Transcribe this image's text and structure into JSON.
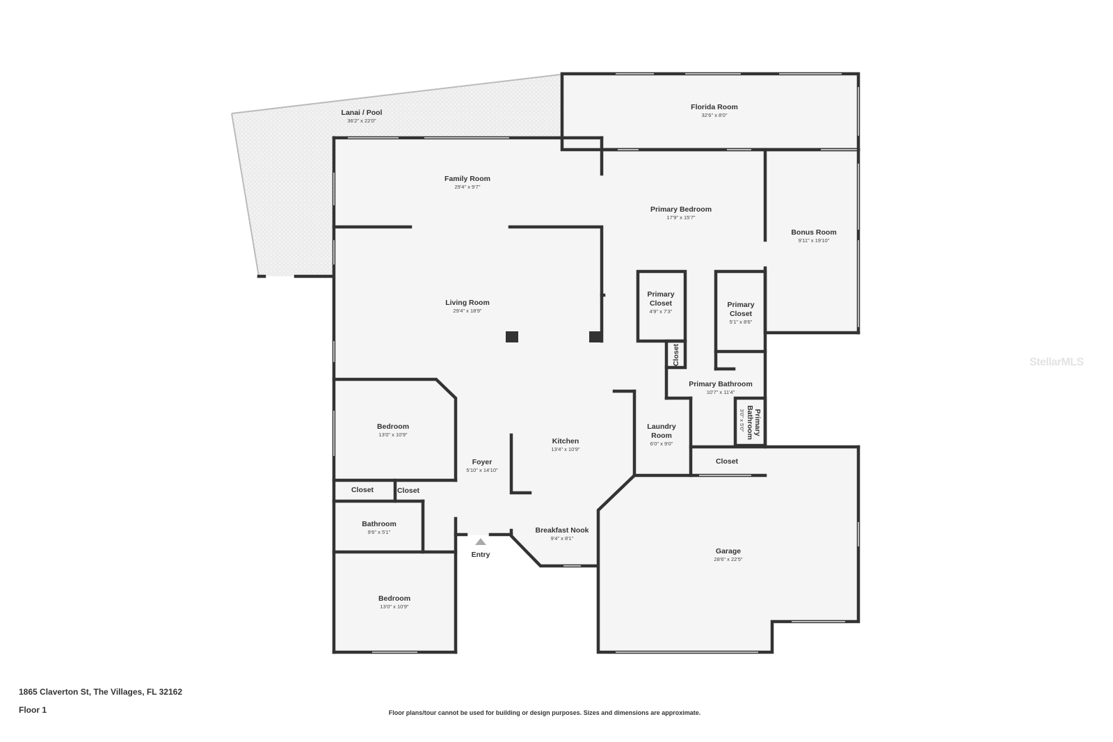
{
  "address": "1865 Claverton St, The Villages, FL 32162",
  "floor": "Floor 1",
  "disclaimer": "Floor plans/tour cannot be used for building or design purposes. Sizes and dimensions are approximate.",
  "watermark": "StellarMLS",
  "entry_label": "Entry",
  "colors": {
    "wall": "#333333",
    "floor": "#f5f5f5",
    "window": "#bbbbbb"
  },
  "rooms": {
    "lanai": {
      "name": "Lanai / Pool",
      "dim": "36'2\" x 22'0\""
    },
    "florida": {
      "name": "Florida Room",
      "dim": "32'6\" x 8'0\""
    },
    "family": {
      "name": "Family Room",
      "dim": "29'4\" x 9'7\""
    },
    "primary_bedroom": {
      "name": "Primary Bedroom",
      "dim": "17'9\" x 15'7\""
    },
    "bonus": {
      "name": "Bonus Room",
      "dim": "9'11\" x 19'10\""
    },
    "living": {
      "name": "Living Room",
      "dim": "29'4\" x 18'9\""
    },
    "primary_closet_1": {
      "name1": "Primary",
      "name2": "Closet",
      "dim": "4'9\" x 7'3\""
    },
    "primary_closet_2": {
      "name1": "Primary",
      "name2": "Closet",
      "dim": "5'1\" x 8'6\""
    },
    "small_closet": {
      "name": "Closet"
    },
    "primary_bathroom": {
      "name": "Primary Bathroom",
      "dim": "10'7\" x 11'4\""
    },
    "primary_bathroom_small": {
      "name1": "Primary",
      "name2": "Bathroom",
      "dim": "3'0\" x 5'0\""
    },
    "bedroom_1": {
      "name": "Bedroom",
      "dim": "13'0\" x 10'9\""
    },
    "kitchen": {
      "name": "Kitchen",
      "dim": "13'4\" x 10'9\""
    },
    "laundry": {
      "name1": "Laundry",
      "name2": "Room",
      "dim": "6'0\" x 9'0\""
    },
    "foyer": {
      "name": "Foyer",
      "dim": "5'10\" x 14'10\""
    },
    "closet_garage": {
      "name": "Closet"
    },
    "closet_a": {
      "name": "Closet"
    },
    "closet_b": {
      "name": "Closet"
    },
    "bathroom": {
      "name": "Bathroom",
      "dim": "9'6\" x 5'1\""
    },
    "breakfast": {
      "name": "Breakfast Nook",
      "dim": "9'4\" x 8'1\""
    },
    "garage": {
      "name": "Garage",
      "dim": "28'6\" x 22'5\""
    },
    "bedroom_2": {
      "name": "Bedroom",
      "dim": "13'0\" x 10'9\""
    }
  }
}
